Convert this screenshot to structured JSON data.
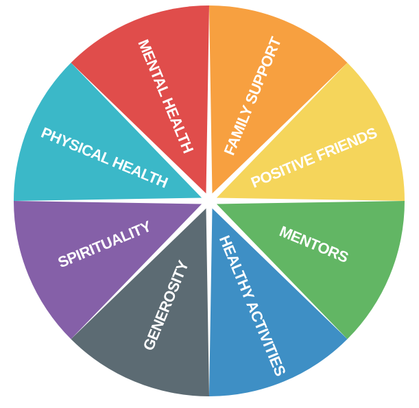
{
  "wheel": {
    "segments": [
      {
        "label": "FAMILY SUPPORT",
        "color": "#F7A040"
      },
      {
        "label": "POSITIVE FRIENDS",
        "color": "#F5D55B"
      },
      {
        "label": "MENTORS",
        "color": "#62B664"
      },
      {
        "label": "HEALTHY ACTIVITIES",
        "color": "#3E8FC5"
      },
      {
        "label": "GENEROSITY",
        "color": "#5C6B73"
      },
      {
        "label": "SPIRITUALITY",
        "color": "#8560A8"
      },
      {
        "label": "PHYSICAL HEALTH",
        "color": "#3BB8C8"
      },
      {
        "label": "MENTAL HEALTH",
        "color": "#E04D4B"
      }
    ]
  }
}
